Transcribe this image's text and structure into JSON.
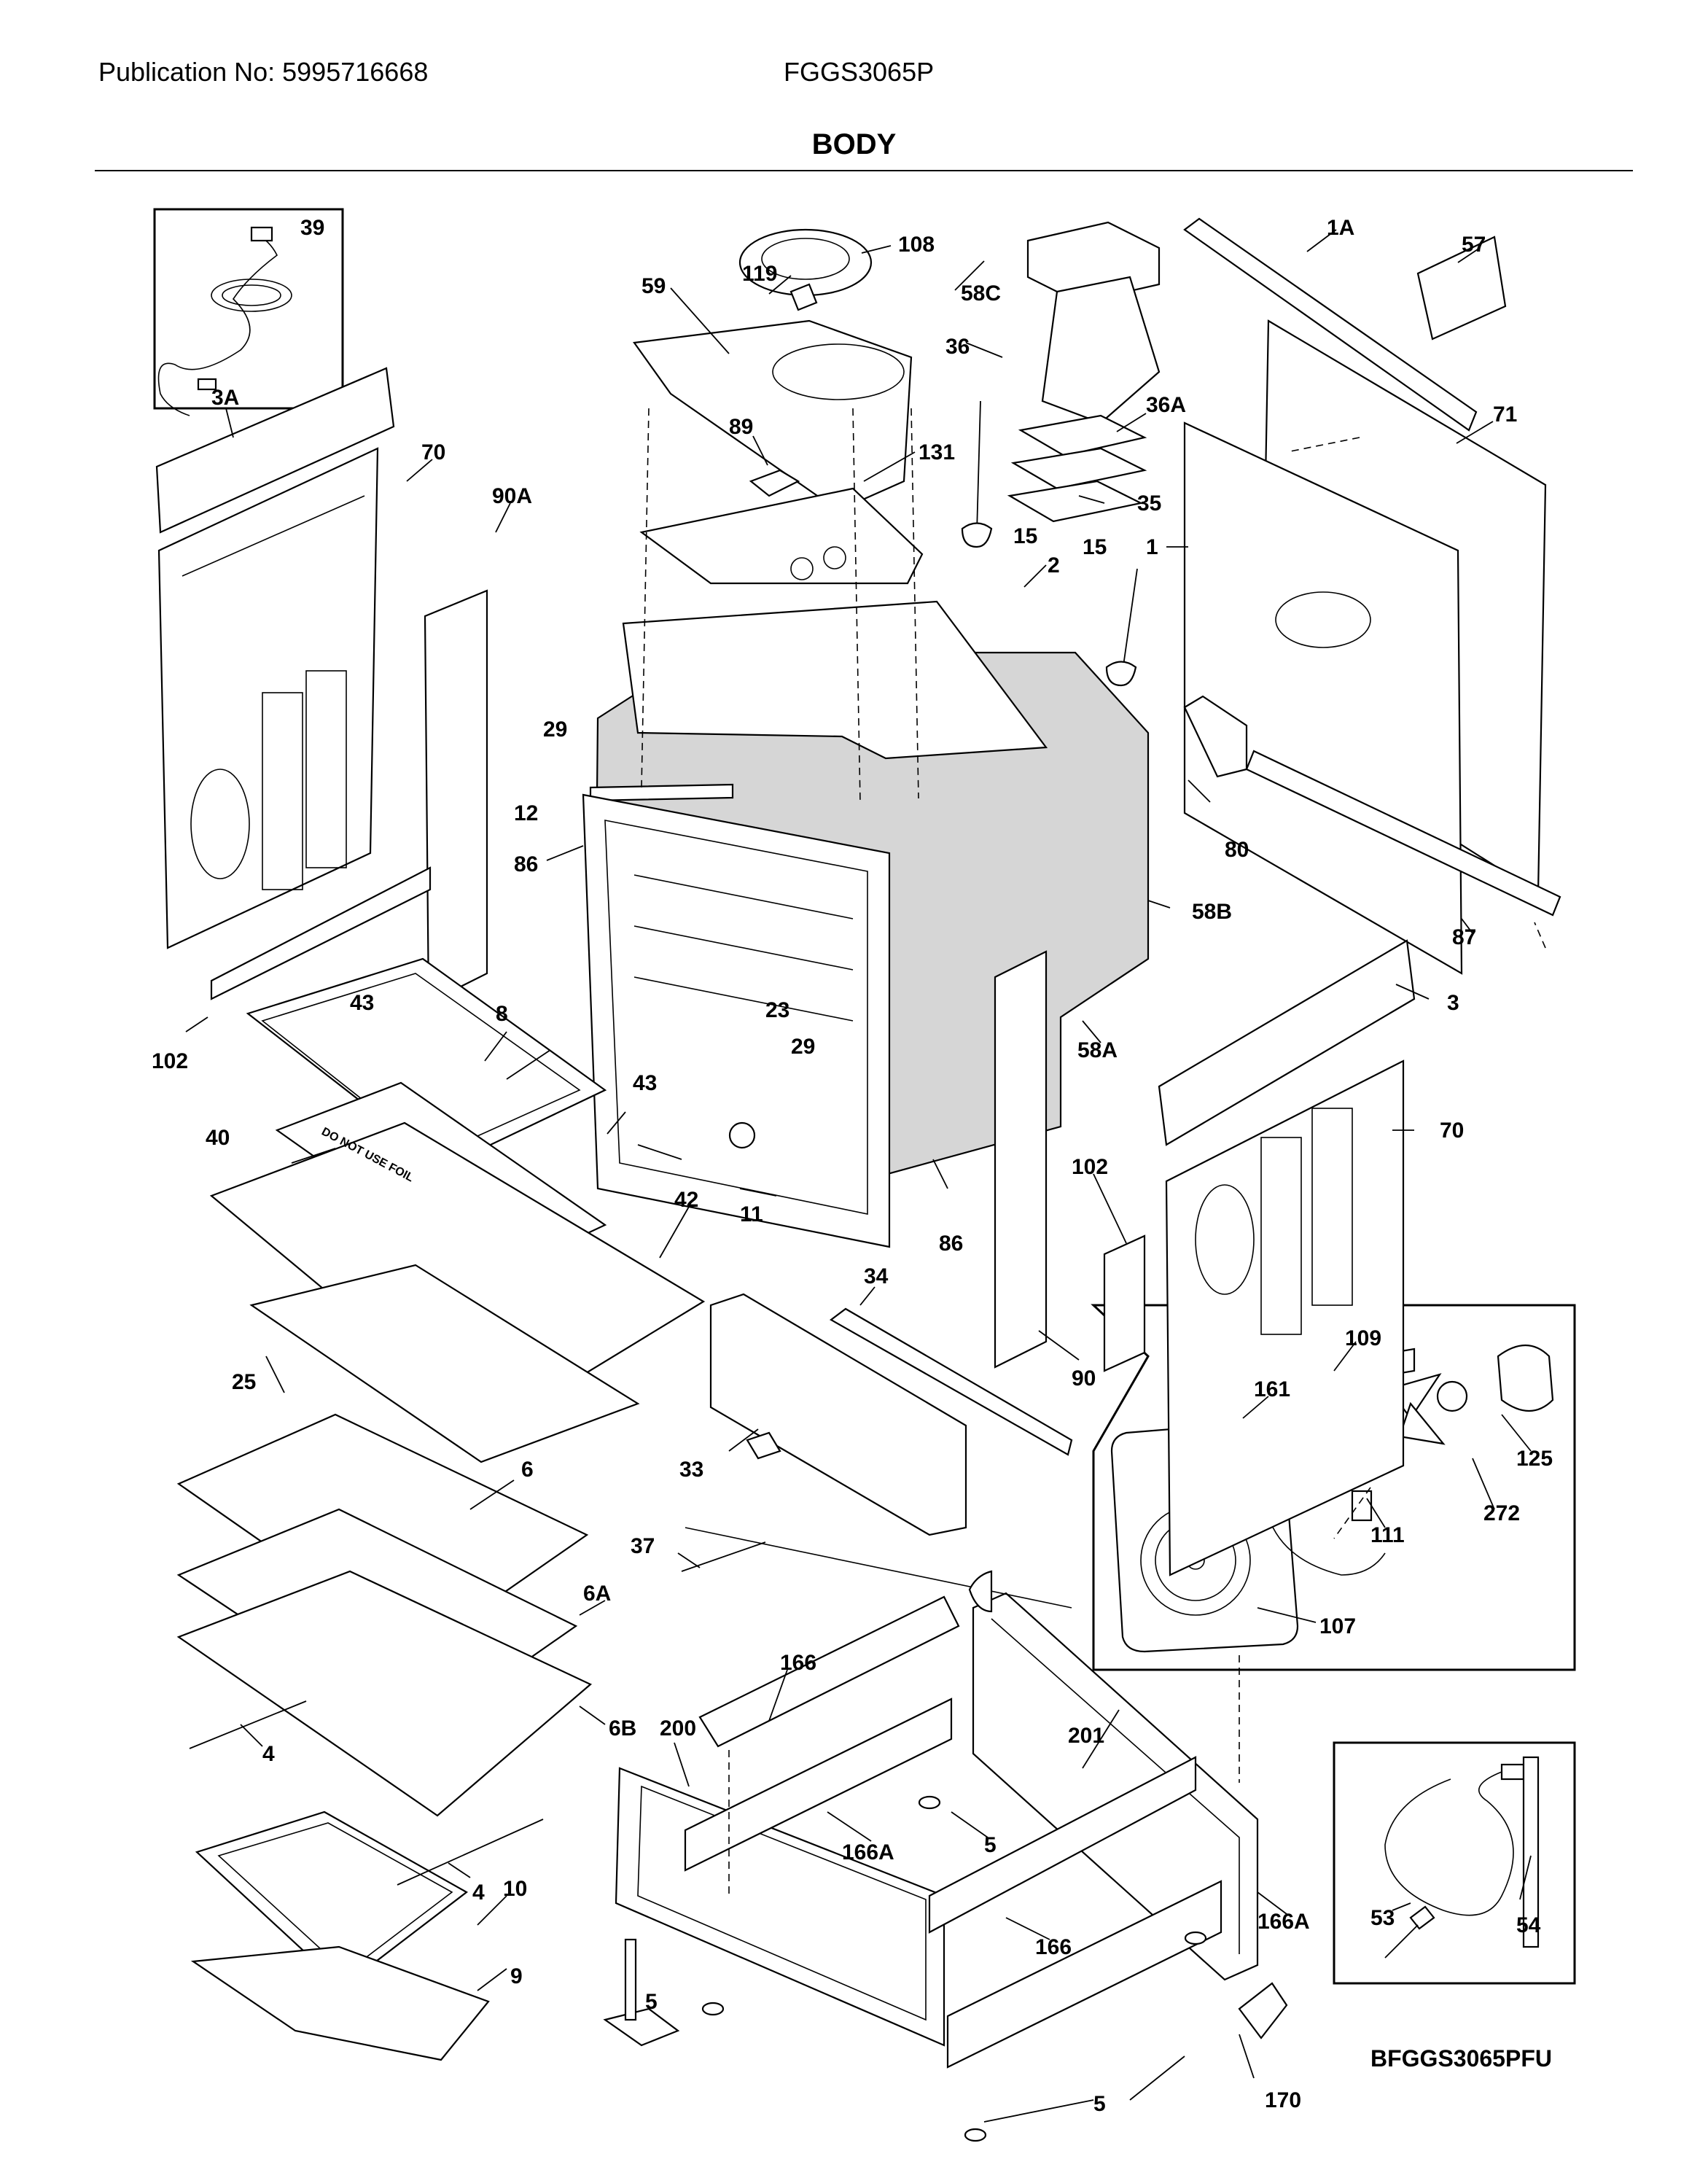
{
  "header": {
    "publication": "Publication No: 5995716668",
    "model": "FGGS3065P",
    "section_title": "BODY"
  },
  "diagram_code": "BFGGS3065PFU",
  "callouts": {
    "c39": "39",
    "c108": "108",
    "c119": "119",
    "c59": "59",
    "c58C": "58C",
    "c36": "36",
    "c1A": "1A",
    "c57": "57",
    "c36A": "36A",
    "c71": "71",
    "c89": "89",
    "c131": "131",
    "c15a": "15",
    "c35": "35",
    "c15b": "15",
    "c1": "1",
    "c3A": "3A",
    "c70a": "70",
    "c90A": "90A",
    "c2": "2",
    "c29a": "29",
    "c80": "80",
    "c12": "12",
    "c86a": "86",
    "c58B": "58B",
    "c87": "87",
    "c43a": "43",
    "c8": "8",
    "c23": "23",
    "c29b": "29",
    "c3": "3",
    "c102a": "102",
    "c43b": "43",
    "c58A": "58A",
    "c40": "40",
    "c70b": "70",
    "c42": "42",
    "c11": "11",
    "c86b": "86",
    "c102b": "102",
    "c25": "25",
    "c34": "34",
    "c109": "109",
    "c90": "90",
    "c161": "161",
    "c33": "33",
    "c125": "125",
    "c6": "6",
    "c272": "272",
    "c111": "111",
    "c37": "37",
    "c6A": "6A",
    "c107": "107",
    "c166a": "166",
    "c6B": "6B",
    "c200": "200",
    "c201": "201",
    "c4a": "4",
    "c5a": "5",
    "c166Aa": "166A",
    "c4b": "4",
    "c10": "10",
    "c53": "53",
    "c166b": "166",
    "c166Ab": "166A",
    "c54": "54",
    "c9": "9",
    "c5b": "5",
    "c5c": "5",
    "c170": "170"
  },
  "packaging_text": "DO NOT USE FOIL"
}
